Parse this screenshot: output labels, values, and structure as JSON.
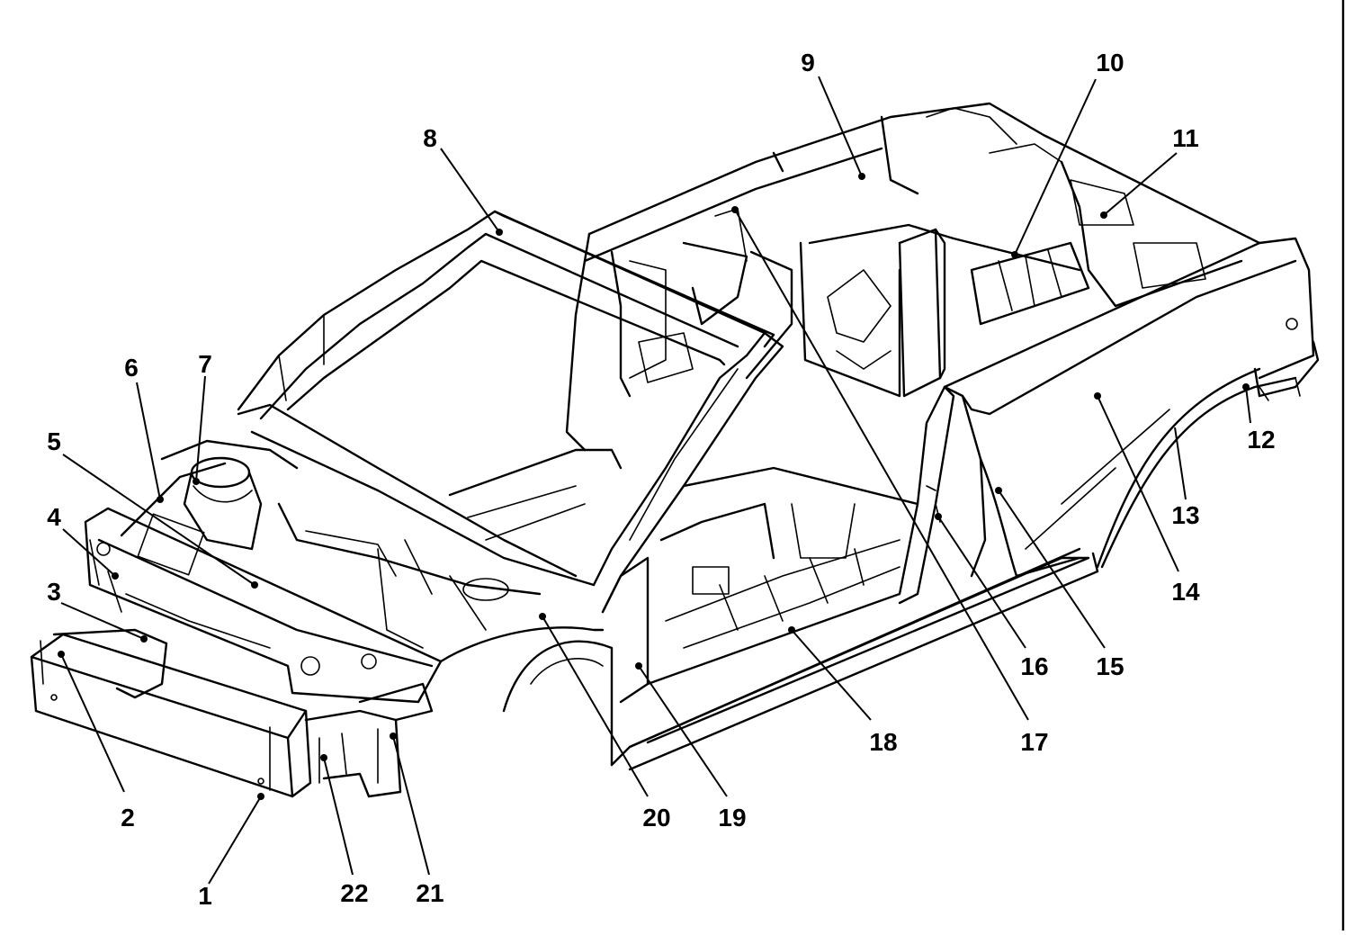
{
  "callouts": [
    {
      "id": "callout-1",
      "label": "1"
    },
    {
      "id": "callout-2",
      "label": "2"
    },
    {
      "id": "callout-3",
      "label": "3"
    },
    {
      "id": "callout-4",
      "label": "4"
    },
    {
      "id": "callout-5",
      "label": "5"
    },
    {
      "id": "callout-6",
      "label": "6"
    },
    {
      "id": "callout-7",
      "label": "7"
    },
    {
      "id": "callout-8",
      "label": "8"
    },
    {
      "id": "callout-9",
      "label": "9"
    },
    {
      "id": "callout-10",
      "label": "10"
    },
    {
      "id": "callout-11",
      "label": "11"
    },
    {
      "id": "callout-12",
      "label": "12"
    },
    {
      "id": "callout-13",
      "label": "13"
    },
    {
      "id": "callout-14",
      "label": "14"
    },
    {
      "id": "callout-15",
      "label": "15"
    },
    {
      "id": "callout-16",
      "label": "16"
    },
    {
      "id": "callout-17",
      "label": "17"
    },
    {
      "id": "callout-18",
      "label": "18"
    },
    {
      "id": "callout-19",
      "label": "19"
    },
    {
      "id": "callout-20",
      "label": "20"
    },
    {
      "id": "callout-21",
      "label": "21"
    },
    {
      "id": "callout-22",
      "label": "22"
    }
  ]
}
